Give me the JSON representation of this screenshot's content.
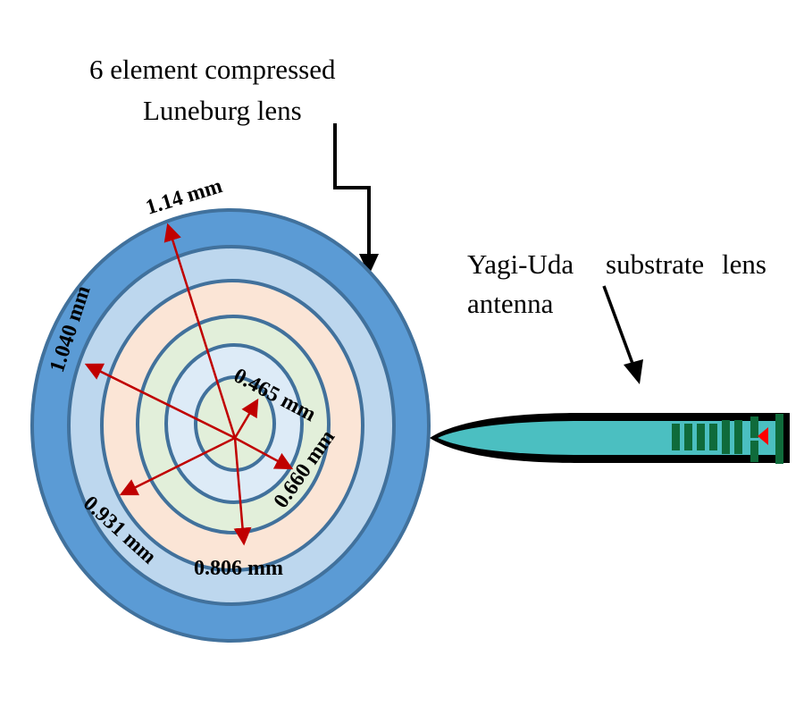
{
  "title_label": {
    "line1": "6 element compressed",
    "line2": "Luneburg lens"
  },
  "antenna_label": {
    "line1_words": [
      "Yagi-Uda",
      "substrate",
      "lens"
    ],
    "line2": "antenna"
  },
  "lens": {
    "element_count": 6,
    "ring_colors": [
      "#5b9bd5",
      "#bdd7ee",
      "#fbe5d6",
      "#e2efda",
      "#ddebf7",
      "#e2efda"
    ],
    "ring_stroke": "#41719c",
    "radii": [
      {
        "label": "1.14 mm",
        "value_mm": 1.14
      },
      {
        "label": "1.040 mm",
        "value_mm": 1.04
      },
      {
        "label": "0.931 mm",
        "value_mm": 0.931
      },
      {
        "label": "0.806 mm",
        "value_mm": 0.806
      },
      {
        "label": "0.660 mm",
        "value_mm": 0.66
      },
      {
        "label": "0.465 mm",
        "value_mm": 0.465
      }
    ],
    "arrow_color": "#c00000"
  },
  "antenna": {
    "body_color": "#4bbfc1",
    "outline_color": "#000000",
    "director_color": "#0f6b3b",
    "feed_color": "#ff0000"
  }
}
